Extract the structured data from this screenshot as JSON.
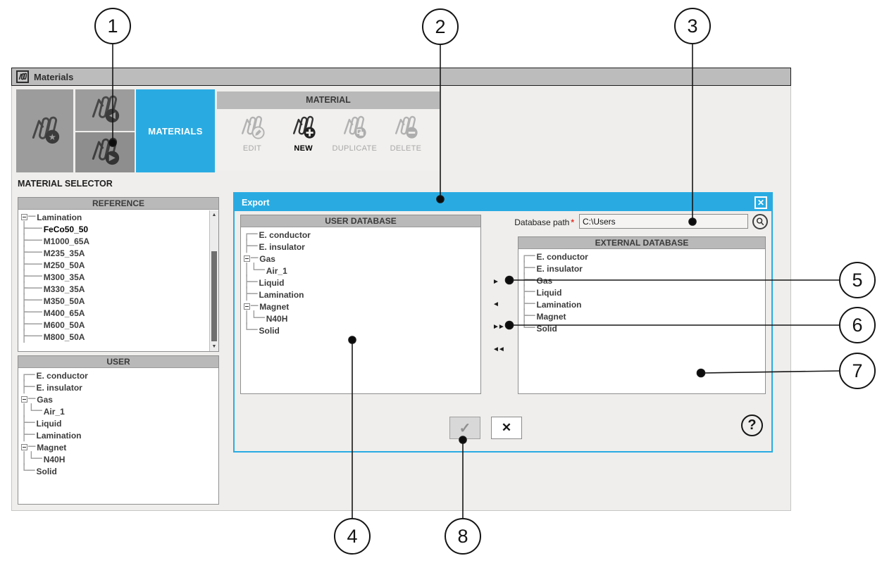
{
  "window": {
    "title": "Materials"
  },
  "toolbar": {
    "tab_label": "MATERIALS",
    "icons": [
      {
        "name": "materials-star-icon"
      },
      {
        "name": "import-materials-icon"
      },
      {
        "name": "export-materials-icon"
      }
    ]
  },
  "material_panel": {
    "title": "MATERIAL",
    "buttons": [
      {
        "label": "EDIT",
        "enabled": false
      },
      {
        "label": "NEW",
        "enabled": true
      },
      {
        "label": "DUPLICATE",
        "enabled": false
      },
      {
        "label": "DELETE",
        "enabled": false
      }
    ]
  },
  "material_selector": {
    "title": "MATERIAL SELECTOR",
    "reference": {
      "header": "REFERENCE",
      "child_style": "branch",
      "items": [
        {
          "label": "Lamination",
          "depth": 0,
          "expander": true
        },
        {
          "label": "FeCo50_50",
          "depth": 1,
          "selected": true
        },
        {
          "label": "M1000_65A",
          "depth": 1
        },
        {
          "label": "M235_35A",
          "depth": 1
        },
        {
          "label": "M250_50A",
          "depth": 1
        },
        {
          "label": "M300_35A",
          "depth": 1
        },
        {
          "label": "M330_35A",
          "depth": 1
        },
        {
          "label": "M350_50A",
          "depth": 1
        },
        {
          "label": "M400_65A",
          "depth": 1
        },
        {
          "label": "M600_50A",
          "depth": 1
        },
        {
          "label": "M800_50A",
          "depth": 1
        }
      ]
    },
    "user": {
      "header": "USER",
      "child_style": "nested",
      "items": [
        {
          "label": "E. conductor",
          "depth": 0
        },
        {
          "label": "E. insulator",
          "depth": 0
        },
        {
          "label": "Gas",
          "depth": 0,
          "expander": true
        },
        {
          "label": "Air_1",
          "depth": 1
        },
        {
          "label": "Liquid",
          "depth": 0
        },
        {
          "label": "Lamination",
          "depth": 0
        },
        {
          "label": "Magnet",
          "depth": 0,
          "expander": true
        },
        {
          "label": "N40H",
          "depth": 1
        },
        {
          "label": "Solid",
          "depth": 0
        }
      ]
    }
  },
  "export_dialog": {
    "title": "Export",
    "close_glyph": "✕",
    "database_path": {
      "label": "Database path",
      "required_mark": "*",
      "value": "C:\\Users"
    },
    "user_database": {
      "header": "USER DATABASE",
      "child_style": "nested",
      "items": [
        {
          "label": "E. conductor",
          "depth": 0
        },
        {
          "label": "E. insulator",
          "depth": 0
        },
        {
          "label": "Gas",
          "depth": 0,
          "expander": true
        },
        {
          "label": "Air_1",
          "depth": 1
        },
        {
          "label": "Liquid",
          "depth": 0
        },
        {
          "label": "Lamination",
          "depth": 0
        },
        {
          "label": "Magnet",
          "depth": 0,
          "expander": true
        },
        {
          "label": "N40H",
          "depth": 1
        },
        {
          "label": "Solid",
          "depth": 0
        }
      ]
    },
    "external_database": {
      "header": "EXTERNAL DATABASE",
      "child_style": "nested",
      "items": [
        {
          "label": "E. conductor",
          "depth": 0
        },
        {
          "label": "E. insulator",
          "depth": 0
        },
        {
          "label": "Gas",
          "depth": 0
        },
        {
          "label": "Liquid",
          "depth": 0
        },
        {
          "label": "Lamination",
          "depth": 0
        },
        {
          "label": "Magnet",
          "depth": 0
        },
        {
          "label": "Solid",
          "depth": 0
        }
      ]
    },
    "transfer_buttons": [
      {
        "name": "move-right",
        "glyph": "►"
      },
      {
        "name": "move-left",
        "glyph": "◄"
      },
      {
        "name": "move-all-right",
        "glyph": "►►"
      },
      {
        "name": "move-all-left",
        "glyph": "◄◄"
      }
    ],
    "ok_glyph": "✓",
    "cancel_glyph": "✕",
    "help_glyph": "?"
  },
  "callouts": [
    "1",
    "2",
    "3",
    "4",
    "5",
    "6",
    "7",
    "8"
  ],
  "colors": {
    "accent": "#29abe2",
    "header_gray": "#b9b9b9"
  }
}
